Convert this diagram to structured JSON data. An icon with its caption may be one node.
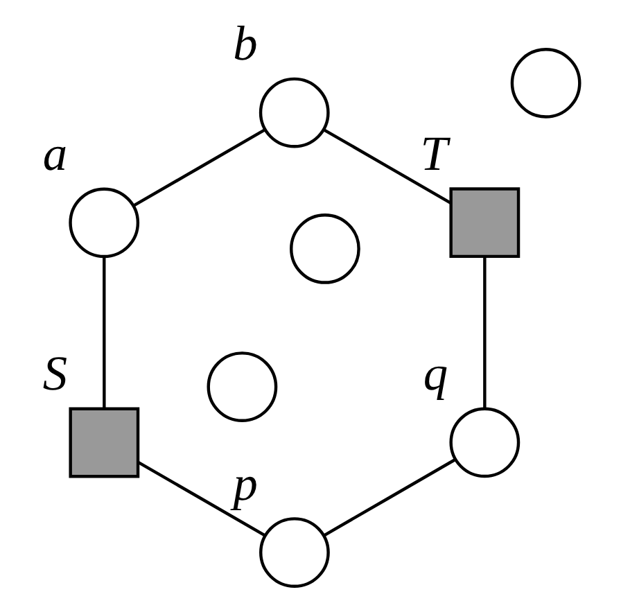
{
  "diagram": {
    "nodes": [
      {
        "text": [],
        "shape": "circle",
        "beside": [
          "q"
        ]
      },
      {
        "text": [],
        "shape": "box",
        "beside": [
          "T"
        ]
      },
      {
        "text": [],
        "shape": "circle"
      },
      {
        "text": [],
        "shape": "circle"
      },
      {
        "text": [],
        "shape": "circle",
        "beside": [
          "b"
        ]
      },
      {
        "text": [],
        "shape": "circle",
        "beside": [
          "p"
        ]
      },
      {
        "text": [],
        "shape": "circle",
        "beside": [
          "a"
        ]
      },
      {
        "text": [],
        "shape": "circle"
      },
      {
        "text": [],
        "shape": "box",
        "beside": [
          "S"
        ]
      }
    ],
    "edges": [
      {
        "from": 8,
        "to": 5,
        "arrow": "none"
      },
      {
        "from": 5,
        "to": 0,
        "arrow": "none"
      },
      {
        "from": 0,
        "to": 1,
        "arrow": "none"
      },
      {
        "from": 1,
        "to": 4,
        "arrow": "none"
      },
      {
        "from": 4,
        "to": 6,
        "arrow": "none"
      },
      {
        "from": 6,
        "to": 8,
        "arrow": "none"
      }
    ]
  }
}
